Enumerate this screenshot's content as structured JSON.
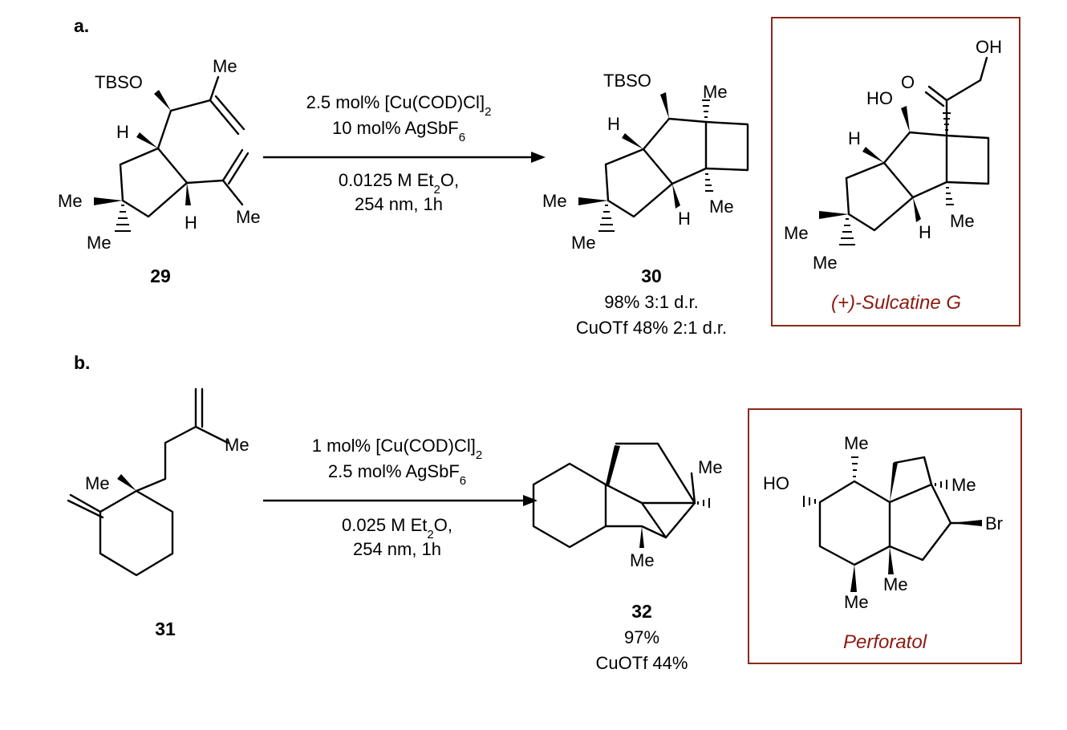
{
  "panels": {
    "a": {
      "label": "a.",
      "sm": {
        "id": "29",
        "groups": {
          "tbso": "TBSO",
          "me_top": "Me",
          "me_right": "Me",
          "me_left": "Me",
          "me_bottom": "Me",
          "h_top": "H",
          "h_bottom": "H"
        }
      },
      "conditions": {
        "line1_main": "2.5 mol% [Cu(COD)Cl]",
        "line1_sub": "2",
        "line2_main": "10 mol% AgSbF",
        "line2_sub": "6",
        "line3_pre": "0.0125 M Et",
        "line3_sub": "2",
        "line3_post": "O,",
        "line4": "254 nm, 1h"
      },
      "product": {
        "id": "30",
        "yield": "98% 3:1 d.r.",
        "alt": "CuOTf 48% 2:1 d.r.",
        "groups": {
          "tbso": "TBSO",
          "me_top": "Me",
          "me_right": "Me",
          "me_left": "Me",
          "me_bottom": "Me",
          "h_top": "H",
          "h_bottom": "H"
        }
      },
      "natural": {
        "name": "(+)-Sulcatine G",
        "groups": {
          "oh": "OH",
          "o": "O",
          "ho": "HO",
          "h_top": "H",
          "h_bottom": "H",
          "me_right": "Me",
          "me_left": "Me",
          "me_bottom": "Me"
        }
      }
    },
    "b": {
      "label": "b.",
      "sm": {
        "id": "31",
        "groups": {
          "me_top": "Me",
          "me_left": "Me"
        }
      },
      "conditions": {
        "line1_main": "1 mol% [Cu(COD)Cl]",
        "line1_sub": "2",
        "line2_main": "2.5 mol% AgSbF",
        "line2_sub": "6",
        "line3_pre": "0.025 M Et",
        "line3_sub": "2",
        "line3_post": "O,",
        "line4": "254 nm, 1h"
      },
      "product": {
        "id": "32",
        "yield": "97%",
        "alt": "CuOTf 44%",
        "groups": {
          "me_right": "Me",
          "me_bottom": "Me"
        }
      },
      "natural": {
        "name": "Perforatol",
        "groups": {
          "ho": "HO",
          "me_top": "Me",
          "me_right": "Me",
          "br": "Br",
          "me_mid": "Me",
          "me_bottom": "Me"
        }
      }
    }
  },
  "colors": {
    "accent": "#8b1a10",
    "box": "#8b2a1a"
  }
}
